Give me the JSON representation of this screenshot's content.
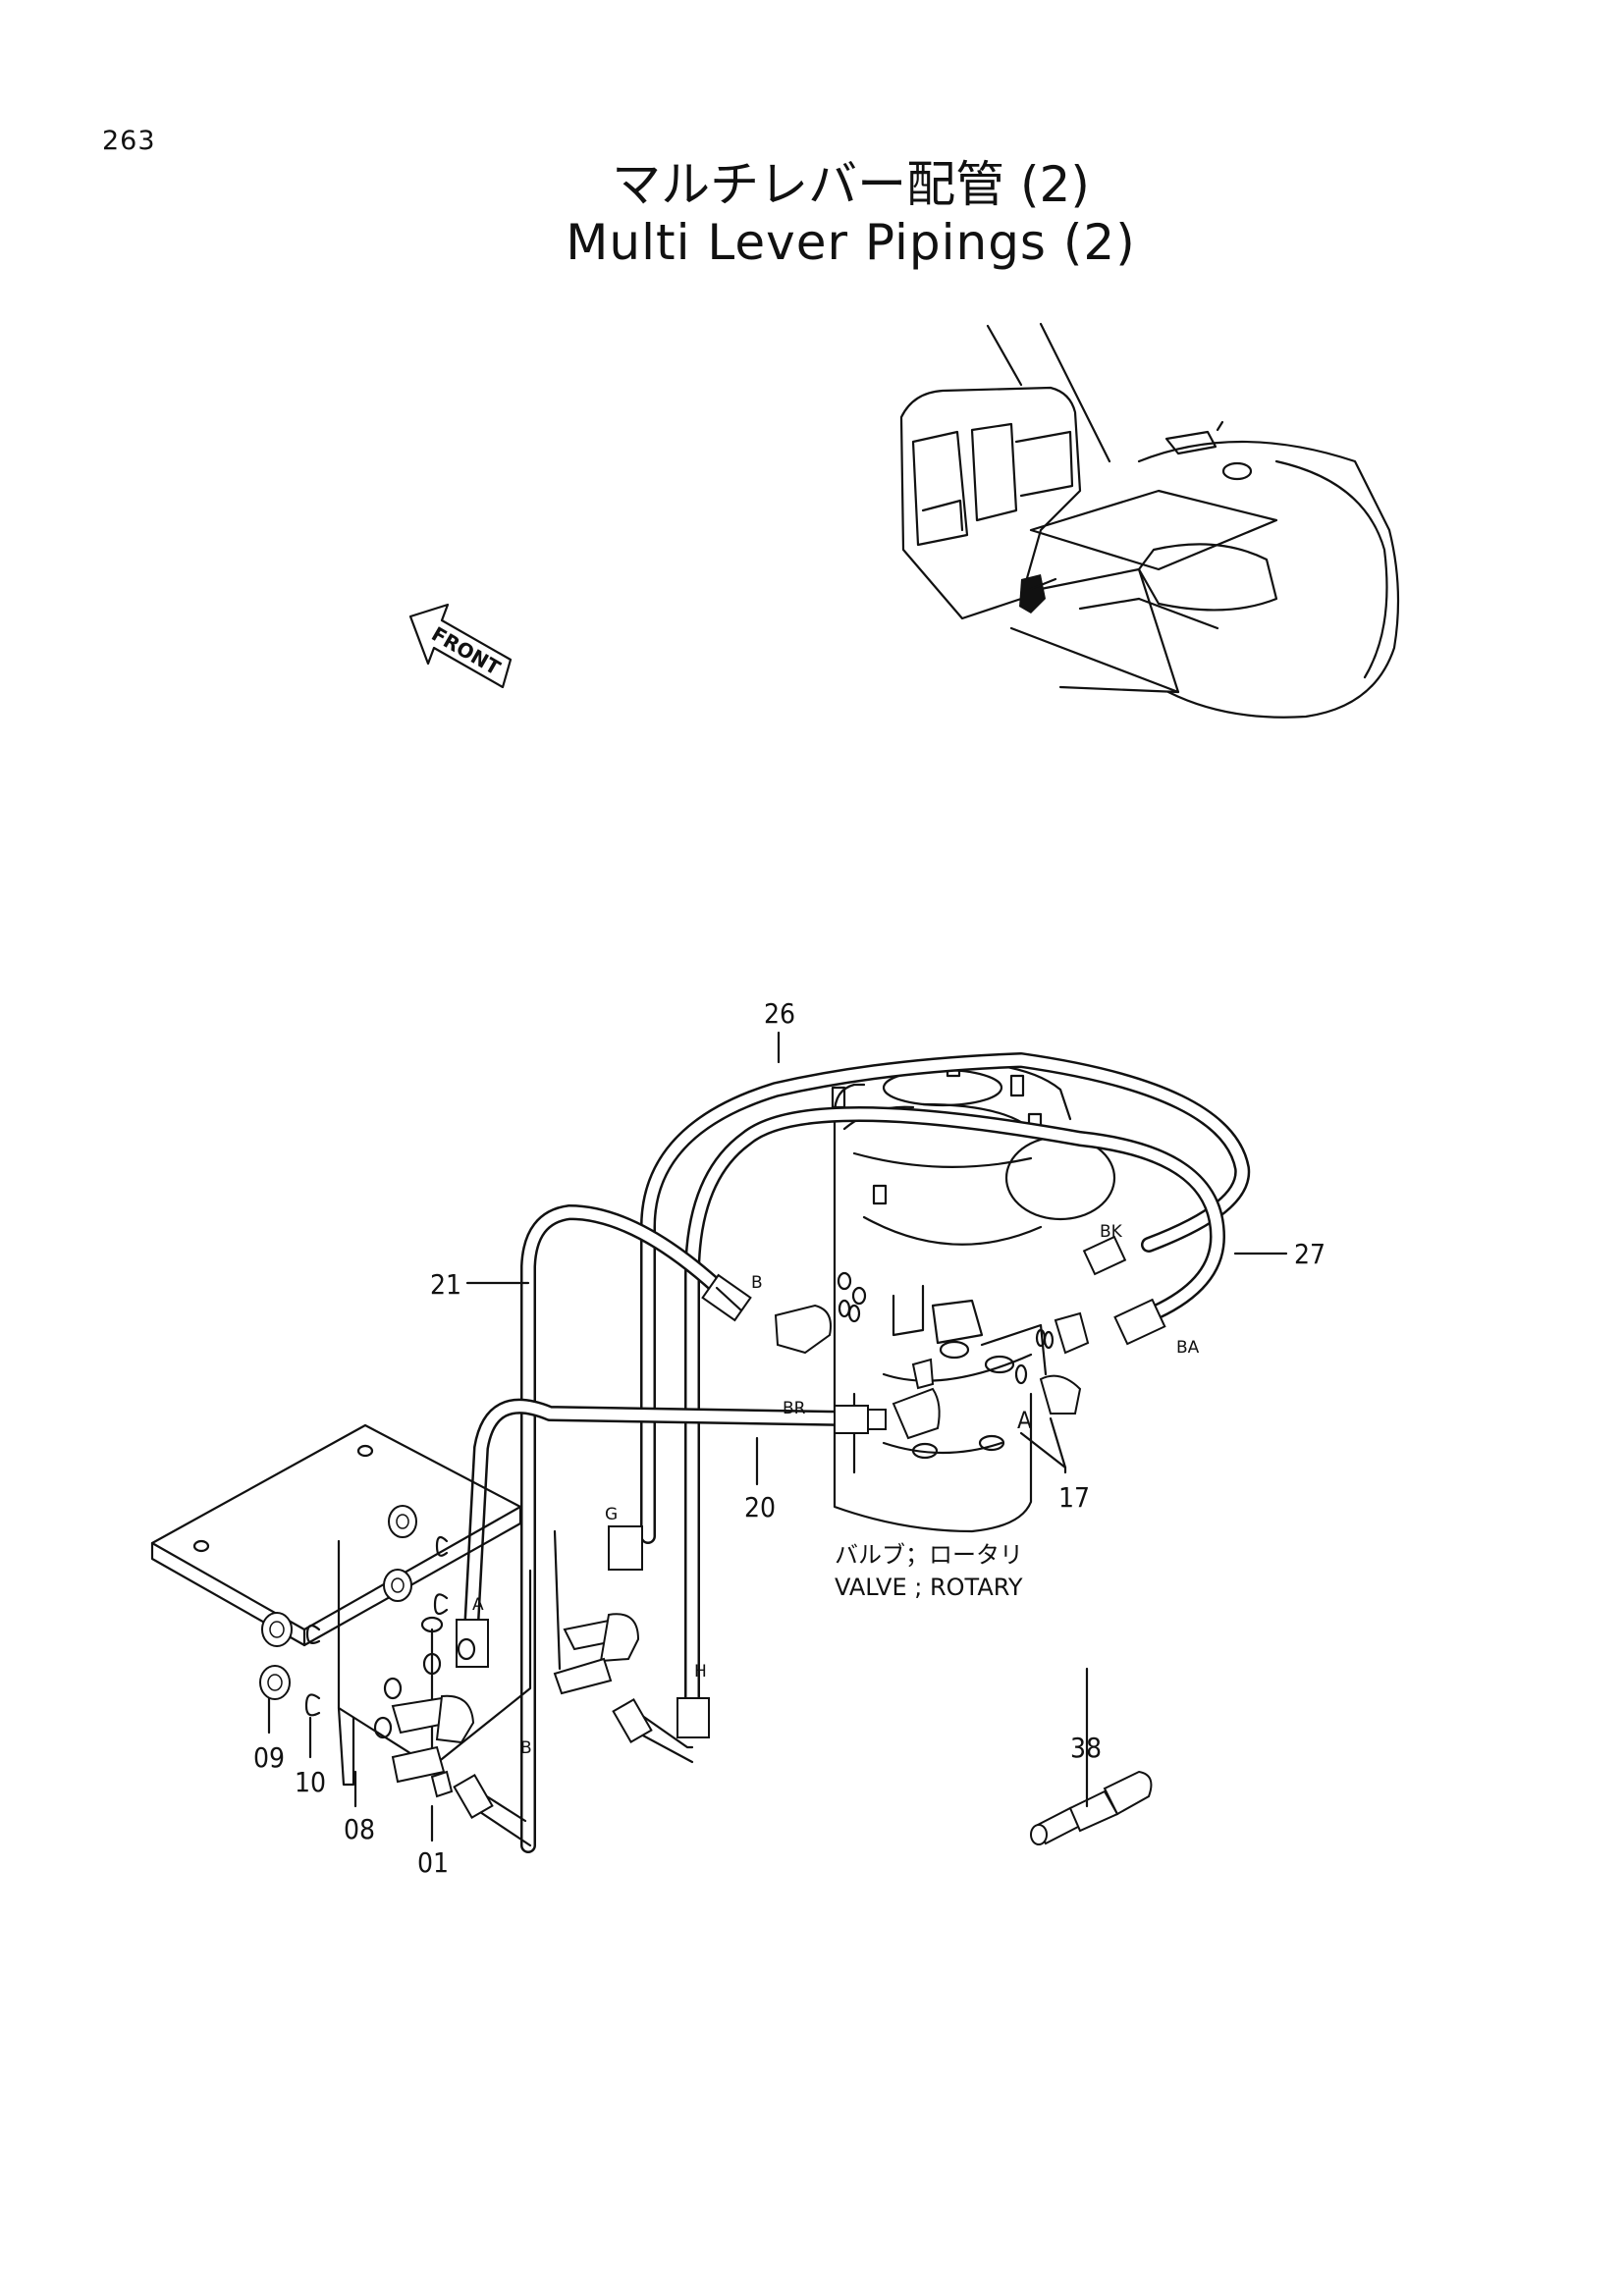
{
  "page_number": "263",
  "title_ja": "マルチレバー配管 (2)",
  "title_en": "Multi Lever Pipings (2)",
  "front_label": "FRONT",
  "parts": [
    {
      "ref": "26"
    },
    {
      "ref": "27"
    },
    {
      "ref": "21"
    },
    {
      "ref": "20"
    },
    {
      "ref": "17"
    },
    {
      "ref": "09"
    },
    {
      "ref": "10"
    },
    {
      "ref": "08"
    },
    {
      "ref": "01"
    },
    {
      "ref": "38"
    }
  ],
  "port_labels": {
    "b_upper": "B",
    "bk": "BK",
    "ba": "BA",
    "br": "BR",
    "a_right": "A",
    "g": "G",
    "a_left": "A",
    "h": "H",
    "b_lower": "B"
  },
  "valve_caption_ja": "バルブ；ロータリ",
  "valve_caption_en": "VALVE ; ROTARY"
}
